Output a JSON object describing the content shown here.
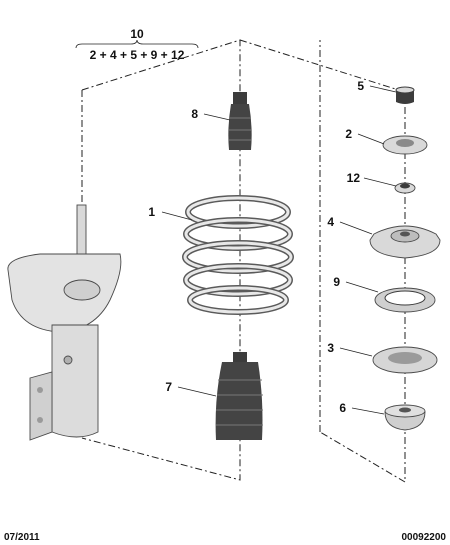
{
  "assembly": {
    "number": "10",
    "components": "2 + 4 + 5 + 9 + 12"
  },
  "callouts": {
    "c1": "1",
    "c2": "2",
    "c3": "3",
    "c4": "4",
    "c5": "5",
    "c6": "6",
    "c7": "7",
    "c8": "8",
    "c9": "9",
    "c12": "12"
  },
  "footer": {
    "date": "07/2011",
    "reference": "00092200"
  },
  "colors": {
    "part_fill": "#d9d9d9",
    "part_dark": "#3c3c3c",
    "ink": "#111111"
  }
}
